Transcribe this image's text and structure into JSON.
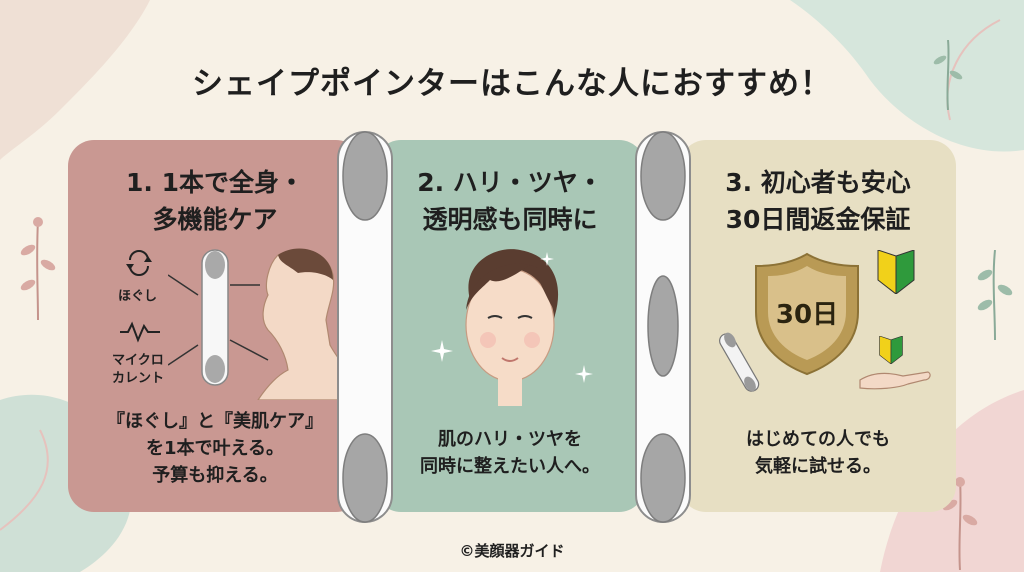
{
  "title": "シェイプポインターはこんな人におすすめ！",
  "cards": [
    {
      "title_lines": [
        "1. 1本で全身・",
        "多機能ケア"
      ],
      "labels": [
        "ほぐし",
        "マイクロ",
        "カレント"
      ],
      "desc_lines": [
        "『ほぐし』と『美肌ケア』",
        "を1本で叶える。",
        "予算も抑える。"
      ]
    },
    {
      "title_lines": [
        "2. ハリ・ツヤ・",
        "透明感も同時に"
      ],
      "desc_lines": [
        "肌のハリ・ツヤを",
        "同時に整えたい人へ。"
      ]
    },
    {
      "title_lines": [
        "3. 初心者も安心",
        "30日間返金保証"
      ],
      "shield_text": "30日",
      "desc_lines": [
        "はじめての人でも",
        "気軽に試せる。"
      ]
    }
  ],
  "copyright": "©美顔器ガイド",
  "colors": {
    "background": "#f7f1e6",
    "card1": "#c99892",
    "card2": "#a9c7b6",
    "card3": "#e7dfc3",
    "device_gray": "#a9a9a9",
    "shield_gold": "#b99a55"
  },
  "icons": [
    "rotate-arrows-icon",
    "wave-pulse-icon",
    "shield-icon",
    "beginner-mark-icon",
    "sparkle-icon",
    "leaf-branch-icon"
  ]
}
